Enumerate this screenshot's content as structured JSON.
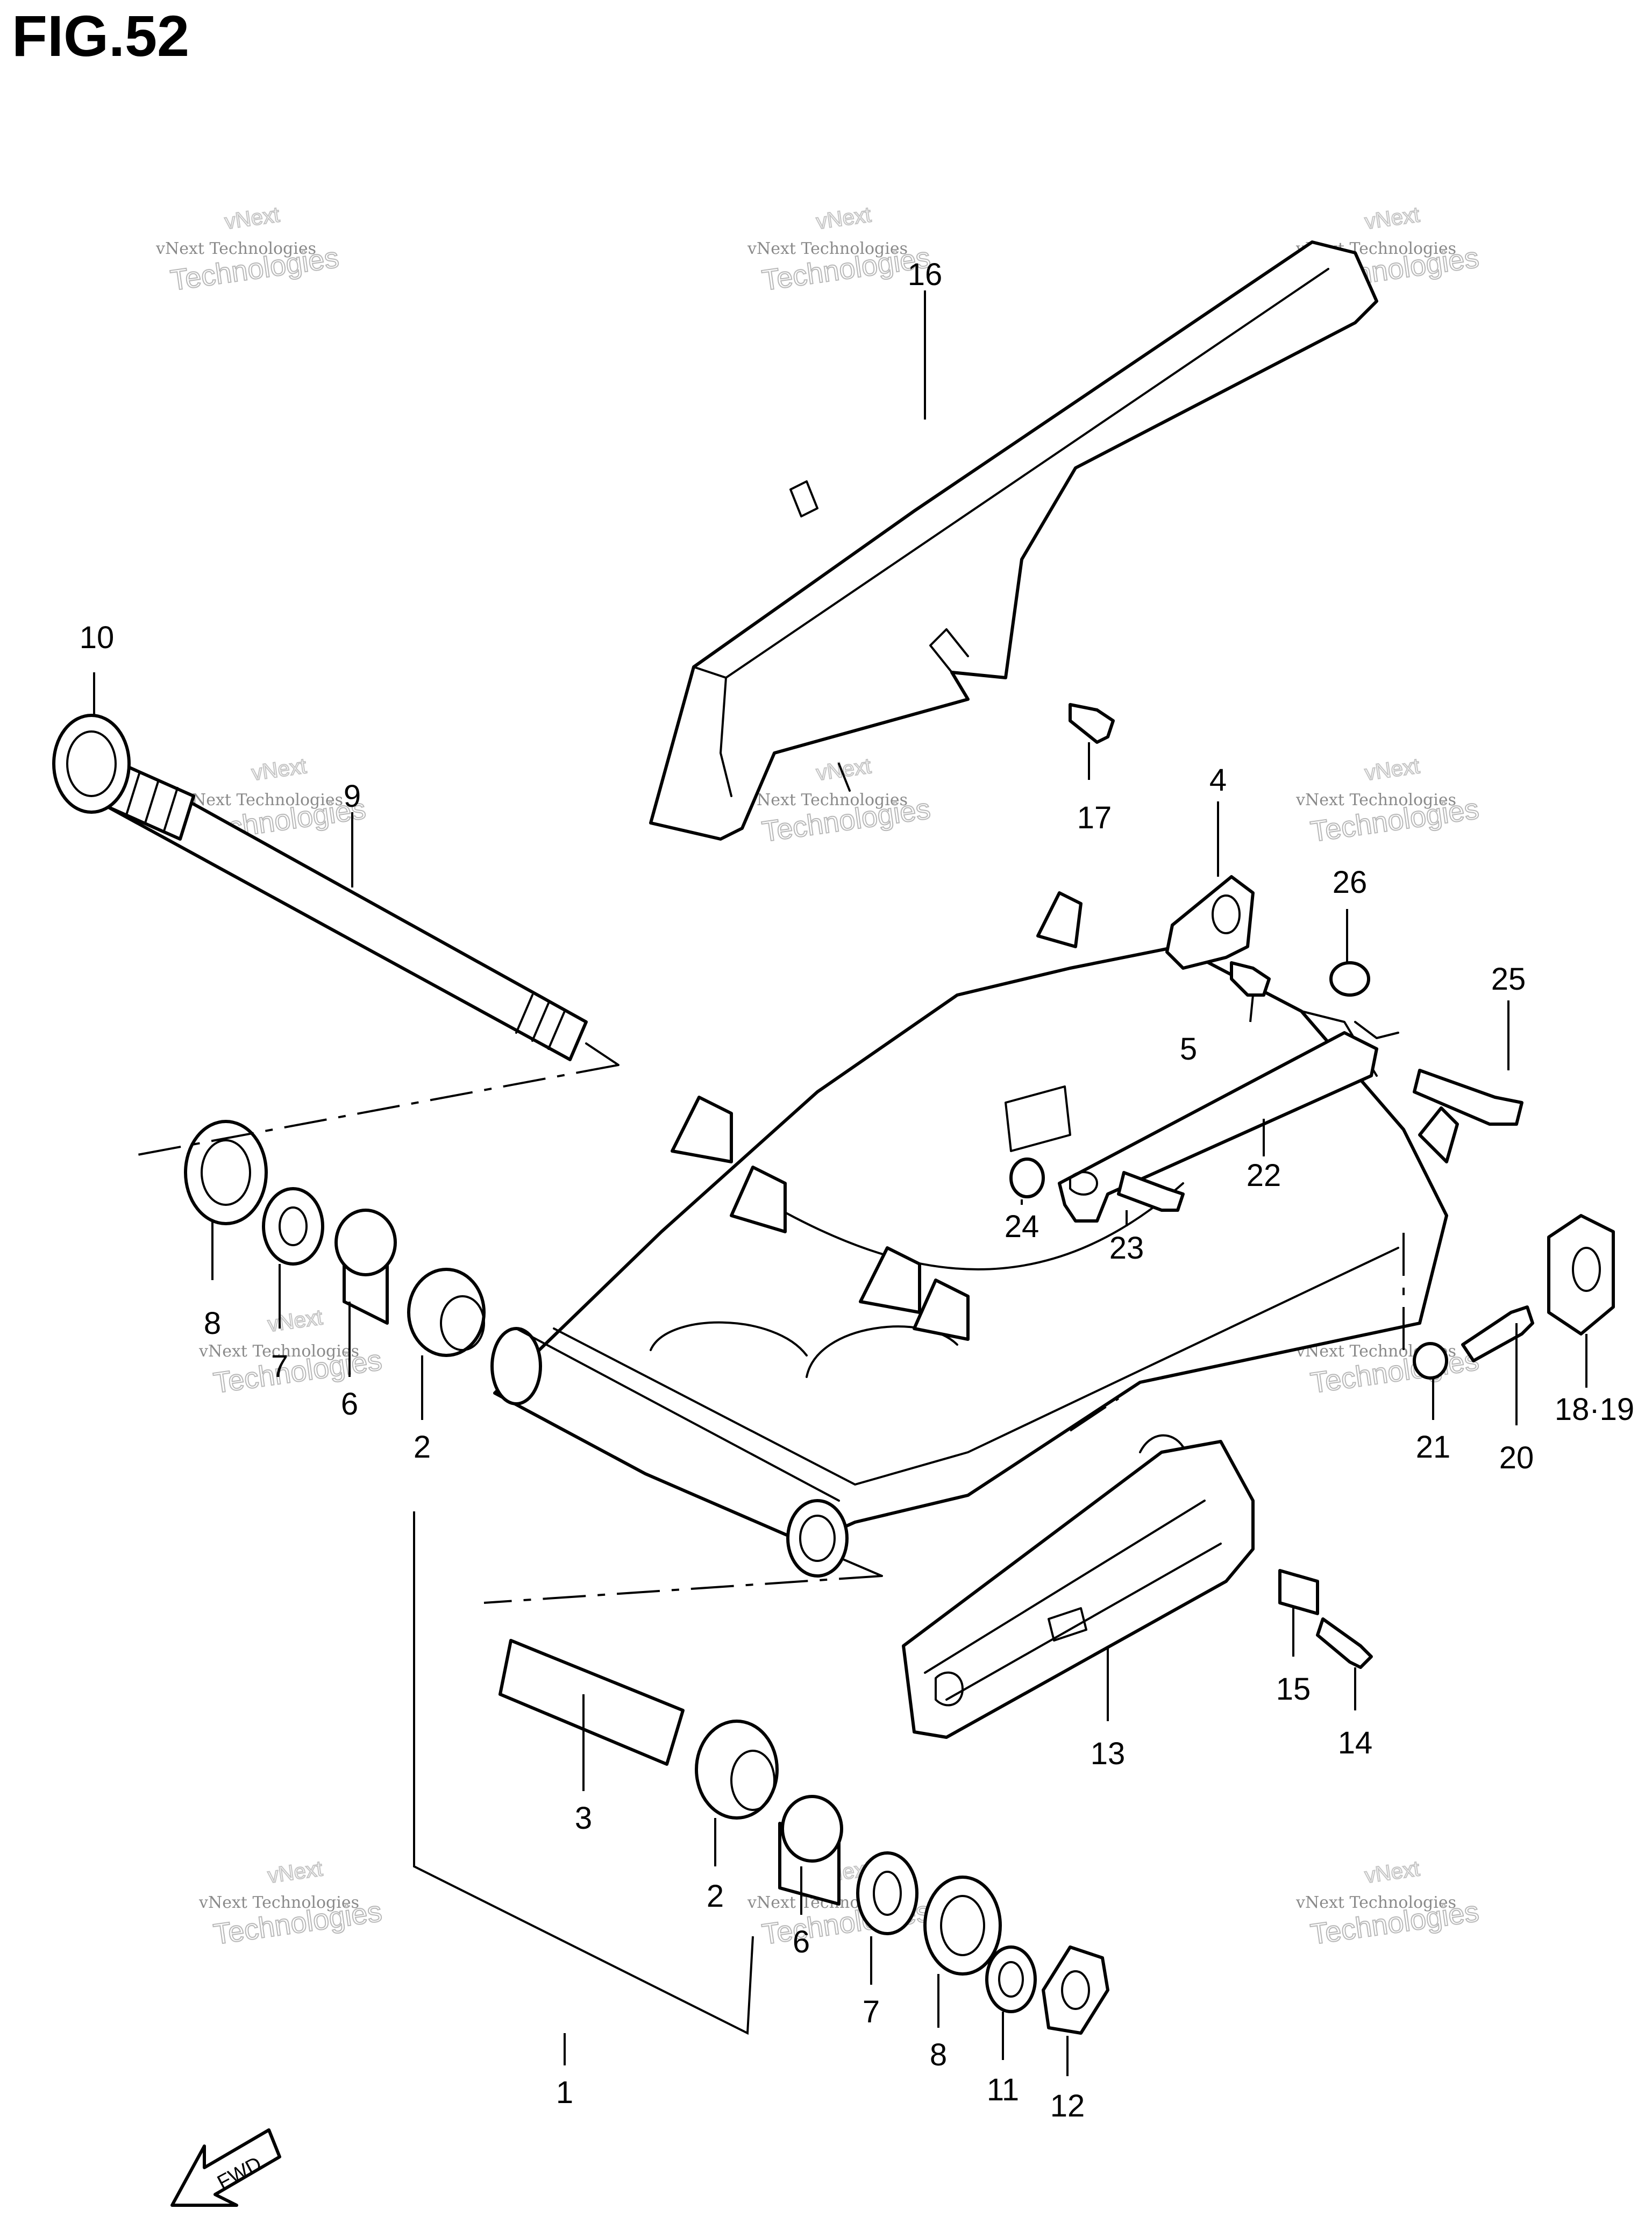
{
  "figure": {
    "title": "FIG.52"
  },
  "watermark": {
    "line1": "vNext Technologies",
    "line2": "vNext",
    "line3": "Technologies"
  },
  "arrow": {
    "label": "FWD"
  },
  "callouts": [
    {
      "id": "c1",
      "label": "1"
    },
    {
      "id": "c2a",
      "label": "2"
    },
    {
      "id": "c2b",
      "label": "2"
    },
    {
      "id": "c3",
      "label": "3"
    },
    {
      "id": "c4",
      "label": "4"
    },
    {
      "id": "c5",
      "label": "5"
    },
    {
      "id": "c6a",
      "label": "6"
    },
    {
      "id": "c6b",
      "label": "6"
    },
    {
      "id": "c7a",
      "label": "7"
    },
    {
      "id": "c7b",
      "label": "7"
    },
    {
      "id": "c8a",
      "label": "8"
    },
    {
      "id": "c8b",
      "label": "8"
    },
    {
      "id": "c9",
      "label": "9"
    },
    {
      "id": "c10",
      "label": "10"
    },
    {
      "id": "c11",
      "label": "11"
    },
    {
      "id": "c12",
      "label": "12"
    },
    {
      "id": "c13",
      "label": "13"
    },
    {
      "id": "c14",
      "label": "14"
    },
    {
      "id": "c15",
      "label": "15"
    },
    {
      "id": "c16",
      "label": "16"
    },
    {
      "id": "c17",
      "label": "17"
    },
    {
      "id": "c1819",
      "label": "18·19"
    },
    {
      "id": "c20",
      "label": "20"
    },
    {
      "id": "c21",
      "label": "21"
    },
    {
      "id": "c22",
      "label": "22"
    },
    {
      "id": "c23",
      "label": "23"
    },
    {
      "id": "c24",
      "label": "24"
    },
    {
      "id": "c25",
      "label": "25"
    },
    {
      "id": "c26",
      "label": "26"
    }
  ]
}
